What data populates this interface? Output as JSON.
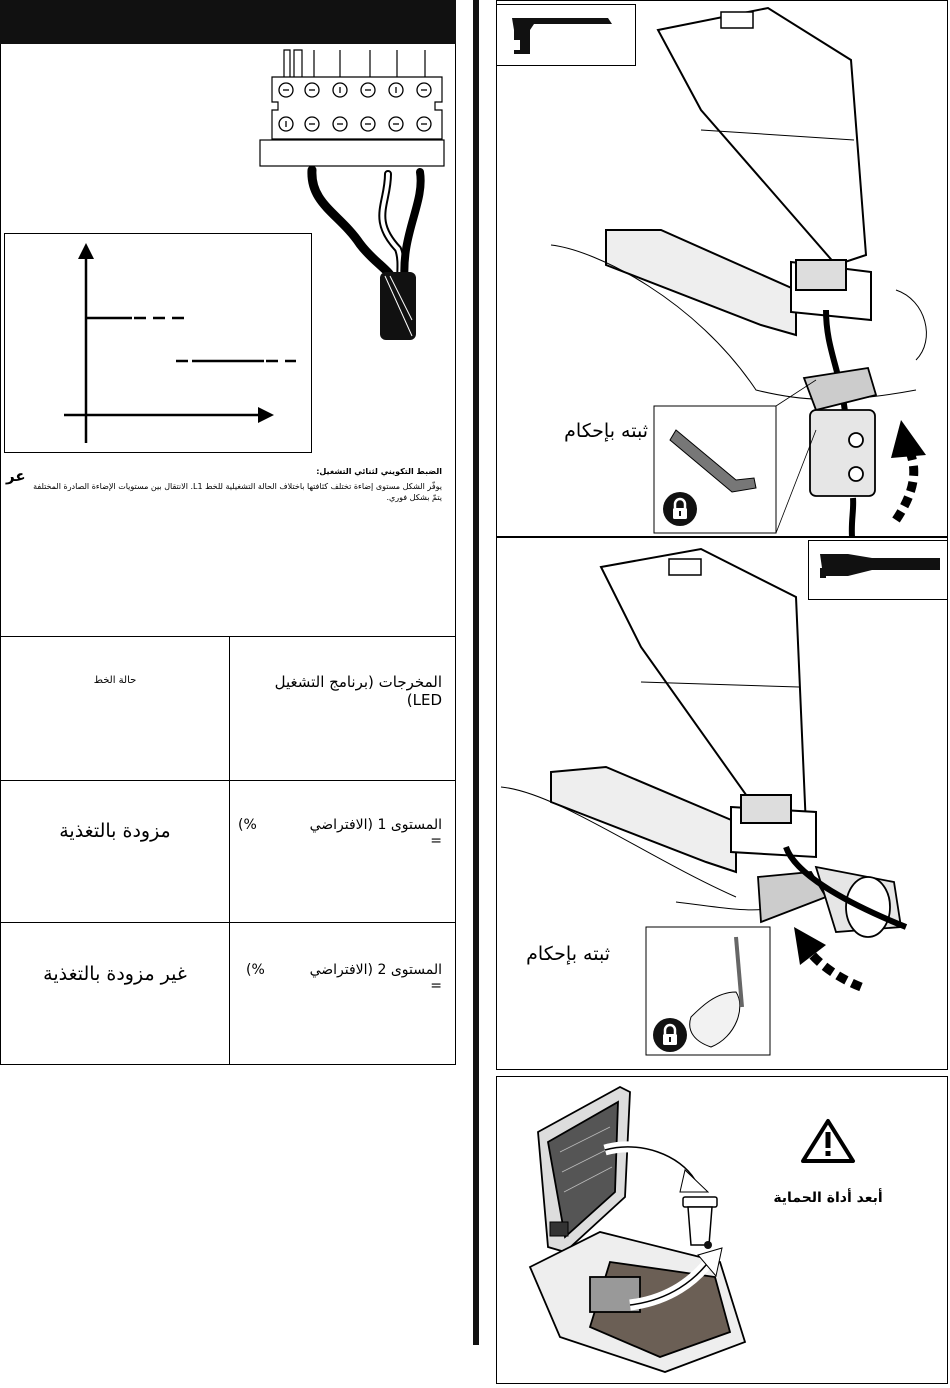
{
  "left": {
    "header_bar": "",
    "lang_code": "عر",
    "config_title": "الضبط التكويني لثنائي التشغيل:",
    "config_desc": "يوفّر الشكل مستوى إضاءة تختلف كثافتها باختلاف الحالة التشغيلية للخط L1. الانتقال بين مستويات الإضاءة الصادرة المختلفة يتمّ بشكل فوري.",
    "table": {
      "header_line_state": "حالة الخط",
      "header_outputs": "المخرجات (برنامج التشغيل LED)",
      "rows": [
        {
          "state": "مزودة بالتغذية",
          "level": "المستوى 1 (الافتراضي =",
          "pct": "%)"
        },
        {
          "state": "غير مزودة بالتغذية",
          "level": "المستوى 2 (الافتراضي =",
          "pct": "%)"
        }
      ]
    }
  },
  "right": {
    "step1_caption": "ثبته بإحكام",
    "step2_caption": "ثبته بإحكام",
    "warning_label": "أبعد أداة الحماية",
    "icons": [
      "lock-icon",
      "lock-icon",
      "warning-triangle-icon",
      "trash-bin-icon"
    ]
  }
}
